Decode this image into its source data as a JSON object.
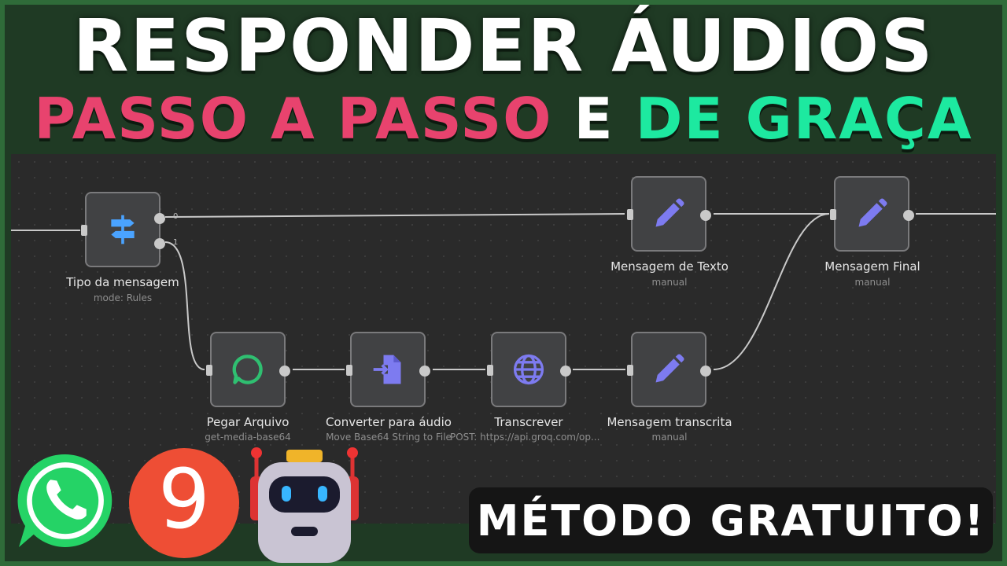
{
  "headline": {
    "line1": "RESPONDER ÁUDIOS",
    "line2_part1": "PASSO A PASSO",
    "line2_part2": "E",
    "line2_part3": "DE GRAÇA"
  },
  "colors": {
    "pink": "#e8436e",
    "green": "#1de9a0",
    "border": "#2f6b39",
    "n8n_orange": "#ee4e35",
    "whatsapp_green": "#25d366",
    "node_icon_purple": "#7d7bf0"
  },
  "workflow": {
    "nodes": [
      {
        "name": "Tipo da mensagem",
        "sub": "mode: Rules",
        "icon": "signpost-icon"
      },
      {
        "name": "Pegar Arquivo",
        "sub": "get-media-base64",
        "icon": "chat-bubble-icon"
      },
      {
        "name": "Converter para áudio",
        "sub": "Move Base64 String to File",
        "icon": "file-import-icon"
      },
      {
        "name": "Transcrever",
        "sub": "POST: https://api.groq.com/op...",
        "icon": "globe-icon"
      },
      {
        "name": "Mensagem transcrita",
        "sub": "manual",
        "icon": "pencil-icon"
      },
      {
        "name": "Mensagem de Texto",
        "sub": "manual",
        "icon": "pencil-icon"
      },
      {
        "name": "Mensagem Final",
        "sub": "manual",
        "icon": "pencil-icon"
      }
    ],
    "router_outputs": [
      "0",
      "1"
    ]
  },
  "badge": {
    "text": "MÉTODO GRATUITO!"
  },
  "logos": {
    "n8n_glyph": "9"
  }
}
